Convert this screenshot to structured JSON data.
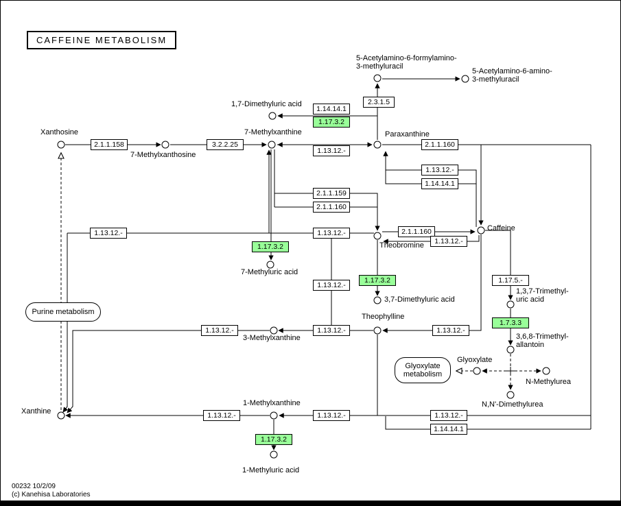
{
  "title": "CAFFEINE METABOLISM",
  "footer": {
    "map_id": "00232 10/2/09",
    "copyright": "(c) Kanehisa Laboratories"
  },
  "colors": {
    "highlight_green": "#99ff99",
    "line": "#000000",
    "background": "#ffffff"
  },
  "links": {
    "purine": "Purine metabolism",
    "glyoxylate_l1": "Glyoxylate",
    "glyoxylate_l2": "metabolism"
  },
  "compounds": {
    "xanthosine": "Xanthosine",
    "methylxanthosine7": "7-Methylxanthosine",
    "methylxanthine7": "7-Methylxanthine",
    "dimethyluric17": "1,7-Dimethyluric acid",
    "afmu_l1": "5-Acetylamino-6-formylamino-",
    "afmu_l2": "3-methyluracil",
    "aamu_l1": "5-Acetylamino-6-amino-",
    "aamu_l2": "3-methyluracil",
    "paraxanthine": "Paraxanthine",
    "caffeine": "Caffeine",
    "theobromine": "Theobromine",
    "methyluric7": "7-Methyluric acid",
    "dimethyluric37": "3,7-Dimethyluric acid",
    "trimethyluric_l1": "1,3,7-Trimethyl-",
    "trimethyluric_l2": "uric acid",
    "trimethylallantoin_l1": "3,6,8-Trimethyl-",
    "trimethylallantoin_l2": "allantoin",
    "glyoxylate": "Glyoxylate",
    "nmethylurea": "N-Methylurea",
    "nndimethylurea": "N,N'-Dimethylurea",
    "theophylline": "Theophylline",
    "methylxanthine3": "3-Methylxanthine",
    "methylxanthine1": "1-Methylxanthine",
    "methyluric1": "1-Methyluric acid",
    "xanthine": "Xanthine"
  },
  "enzymes": {
    "ec21158": "2.1.1.158",
    "ec32225": "3.2.2.25",
    "ec11312_a": "1.13.12.-",
    "ec114141_a": "1.14.14.1",
    "ec11732_a": "1.17.3.2",
    "ec2315": "2.3.1.5",
    "ec211160_a": "2.1.1.160",
    "ec11312_b": "1.13.12.-",
    "ec114141_b": "1.14.14.1",
    "ec211159": "2.1.1.159",
    "ec211160_b": "2.1.1.160",
    "ec11312_left": "1.13.12.-",
    "ec11312_c": "1.13.12.-",
    "ec211160_c": "2.1.1.160",
    "ec11312_d": "1.13.12.-",
    "ec11732_b": "1.17.3.2",
    "ec11312_e": "1.13.12.-",
    "ec11732_c": "1.17.3.2",
    "ec1175": "1.17.5.-",
    "ec1733": "1.7.3.3",
    "ec11312_f": "1.13.12.-",
    "ec11312_g": "1.13.12.-",
    "ec11312_h": "1.13.12.-",
    "ec11312_i": "1.13.12.-",
    "ec11312_j": "1.13.12.-",
    "ec11732_d": "1.17.3.2",
    "ec11312_k": "1.13.12.-",
    "ec114141_c": "1.14.14.1"
  }
}
